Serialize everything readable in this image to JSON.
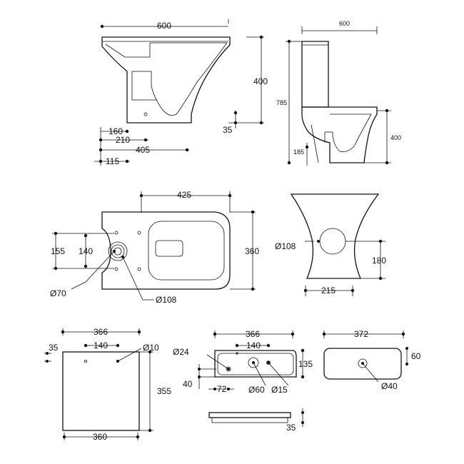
{
  "side_view": {
    "width": "600",
    "height": "400",
    "offset_35": "35",
    "d160": "160",
    "d210": "210",
    "d405": "405",
    "d115": "115"
  },
  "front_view": {
    "width": "600",
    "height_total": "785",
    "height_pan": "400",
    "d185": "185"
  },
  "plan_view": {
    "length": "425",
    "width": "360",
    "d155": "155",
    "d140": "140",
    "dia70": "Ø70",
    "dia108": "Ø108"
  },
  "rear_view": {
    "dia108": "Ø108",
    "h180": "180",
    "w215": "215"
  },
  "lid_view": {
    "w366": "366",
    "w140": "140",
    "d35": "35",
    "dia10": "Ø10",
    "h355": "355",
    "w360": "360"
  },
  "cistern_top": {
    "w366": "366",
    "w140": "140",
    "dia24": "Ø24",
    "h135": "135",
    "d40": "40",
    "d72": "72",
    "dia60": "Ø60",
    "dia15": "Ø15",
    "d35": "35"
  },
  "cistern_front": {
    "w372": "372",
    "h60": "60",
    "dia40": "Ø40"
  }
}
